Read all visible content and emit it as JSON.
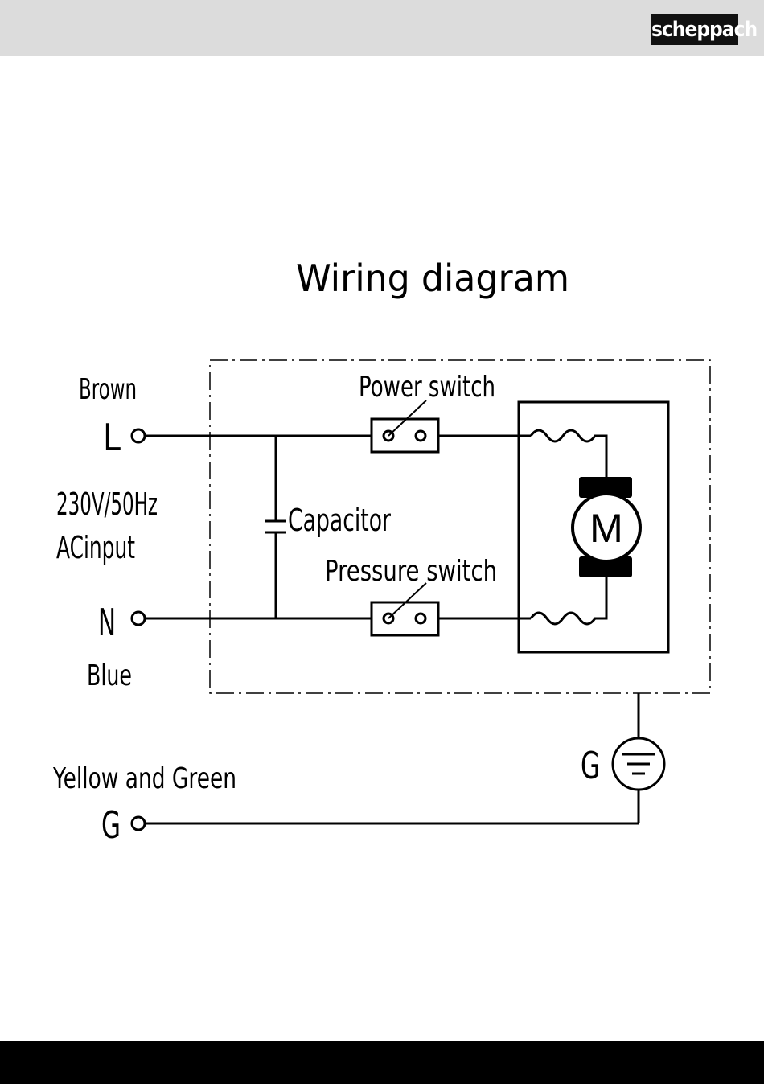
{
  "header": {
    "brand": "scheppach"
  },
  "diagram": {
    "title": "Wiring diagram",
    "labels": {
      "brown": "Brown",
      "live": "L",
      "input": "230V/50Hz",
      "input2": "ACinput",
      "neutral": "N",
      "blue": "Blue",
      "earth_wire": "Yellow and Green",
      "earth": "G",
      "earth_symbol": "G",
      "power_switch": "Power switch",
      "capacitor": "Capacitor",
      "pressure_switch": "Pressure switch",
      "motor": "M"
    }
  }
}
